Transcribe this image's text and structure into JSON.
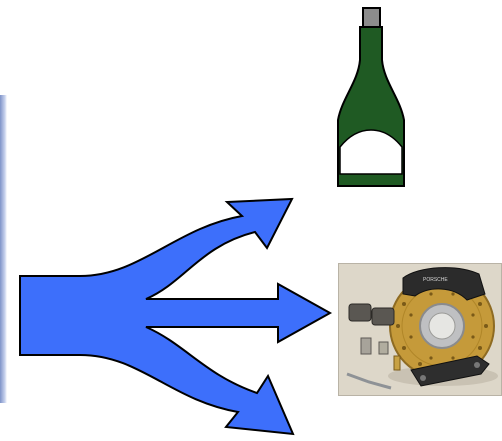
{
  "slide": {
    "background_color": "#ffffff",
    "accent_band_color": "#7f93c8"
  },
  "split_arrow": {
    "icon": "three-way-split-arrow-icon",
    "fill_color": "#3d6ffb",
    "outline_color": "#000000",
    "branches": [
      "upper",
      "middle",
      "lower"
    ]
  },
  "bottle": {
    "icon": "green-bottle-icon",
    "glass_color": "#1f5a23",
    "cap_color": "#8c8c8c",
    "label_color": "#ffffff"
  },
  "brake_photo": {
    "icon": "brake-kit-photo",
    "caliper_brand": "PORSCHE",
    "background_color": "#ddd7c9",
    "disc_color": "#c59a3a",
    "caliper_color": "#2b2b2b"
  }
}
